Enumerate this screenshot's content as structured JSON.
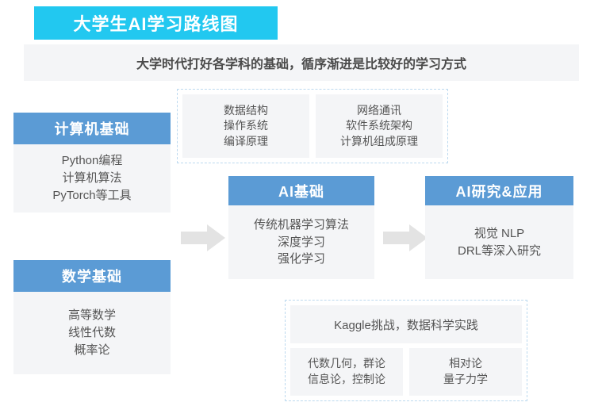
{
  "header": {
    "title": "大学生AI学习路线图",
    "subtitle": "大学时代打好各学科的基础，循序渐进是比较好的学习方式"
  },
  "colors": {
    "title_banner": "#22c8f0",
    "pillar_header": "#5b9bd5",
    "panel_background": "#f4f5f7",
    "dashed_border": "#bcd9ef",
    "arrow": "#e3e3e3"
  },
  "pillars": [
    {
      "id": "computer-science",
      "header": "计算机基础",
      "lines": [
        "Python编程",
        "计算机算法",
        "PyTorch等工具"
      ]
    },
    {
      "id": "mathematics",
      "header": "数学基础",
      "lines": [
        "高等数学",
        "线性代数",
        "概率论"
      ]
    },
    {
      "id": "ai-foundation",
      "header": "AI基础",
      "lines": [
        "传统机器学习算法",
        "深度学习",
        "强化学习"
      ]
    },
    {
      "id": "ai-research",
      "header": "AI研究&应用",
      "lines": [
        "视觉  NLP",
        "DRL等深入研究"
      ]
    }
  ],
  "cs_extra_group": {
    "cards": [
      {
        "lines": [
          "数据结构",
          "操作系统",
          "编译原理"
        ]
      },
      {
        "lines": [
          "网络通讯",
          "软件系统架构",
          "计算机组成原理"
        ]
      }
    ]
  },
  "practice_group": {
    "headline": "Kaggle挑战，数据科学实践",
    "cards": [
      {
        "lines": [
          "代数几何，群论",
          "信息论，控制论"
        ]
      },
      {
        "lines": [
          "相对论",
          "量子力学"
        ]
      }
    ]
  },
  "arrows": [
    {
      "name": "foundation-to-ai",
      "direction": "right"
    },
    {
      "name": "ai-to-research",
      "direction": "right"
    }
  ]
}
